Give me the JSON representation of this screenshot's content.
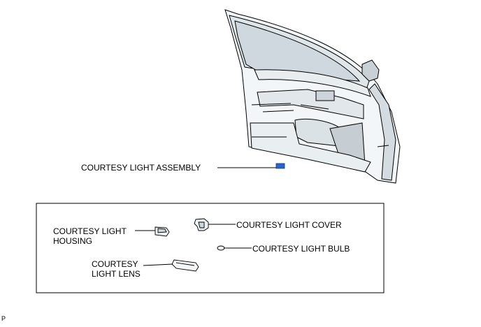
{
  "labels": {
    "assembly": "COURTESY LIGHT ASSEMBLY",
    "housing_line1": "COURTESY LIGHT",
    "housing_line2": "HOUSING",
    "cover": "COURTESY LIGHT COVER",
    "bulb": "COURTESY LIGHT BULB",
    "lens_line1": "COURTESY",
    "lens_line2": "LIGHT LENS"
  },
  "corner_mark": "P",
  "colors": {
    "line": "#000000",
    "door_fill": "#eef2f4",
    "panel_fill": "#d9e0e4",
    "shadow": "#b8c2c8",
    "highlight": "#2a64c8"
  }
}
